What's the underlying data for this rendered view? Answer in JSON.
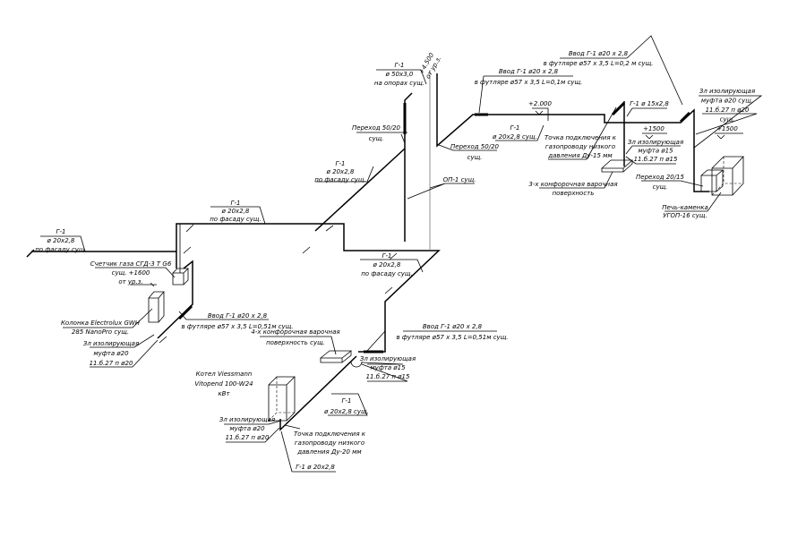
{
  "labels": [
    {
      "name": "label-facade-pipe-left",
      "lines": [
        "Г-1",
        "ø 20x2,8",
        "по фасаду сущ."
      ]
    },
    {
      "name": "label-gas-meter",
      "lines": [
        "Счетчик газа СГД-3 Т G6",
        "сущ.  +1600",
        "от ур.з."
      ]
    },
    {
      "name": "label-water-heater",
      "lines": [
        "Колонка  Electrolux GWH",
        "285 NanoPro  сущ."
      ]
    },
    {
      "name": "label-insulating-coupling-1",
      "lines": [
        "Зл изолирующая",
        "муфта ø20",
        "11.б.27 п ø20"
      ]
    },
    {
      "name": "label-facade-pipe-top",
      "lines": [
        "Г-1",
        "ø 20x2,8",
        "по фасаду сущ."
      ]
    },
    {
      "name": "label-inlet-1",
      "lines": [
        "Ввод Г-1  ø20 x 2,8",
        "в футляре  ø57 x 3,5  L=0,51м сущ."
      ]
    },
    {
      "name": "label-hob-4",
      "lines": [
        "4-х конфорочная варочная",
        "поверхность сущ."
      ]
    },
    {
      "name": "label-boiler",
      "lines": [
        "Котел  Viessmann",
        "Vitopend 100-W24",
        "кВт"
      ]
    },
    {
      "name": "label-insulating-coupling-2",
      "lines": [
        "Зл изолирующая",
        "муфта ø20",
        "11.б.27 п ø20"
      ]
    },
    {
      "name": "label-connection-point-20",
      "lines": [
        "Точка подключения  к",
        "газопроводу низкого",
        "давления Ду-20 мм"
      ]
    },
    {
      "name": "label-pipe-bottom",
      "lines": [
        "Г-1  ø 20x2,8"
      ]
    },
    {
      "name": "label-pipe-diagonal",
      "lines": [
        "Г-1",
        "ø 20x2,8 сущ."
      ]
    },
    {
      "name": "label-inlet-2",
      "lines": [
        "Ввод Г-1  ø20 x 2,8",
        "в футляре  ø57 x 3,5  L=0,51м  сущ."
      ]
    },
    {
      "name": "label-insulating-coupling-3",
      "lines": [
        "Зл изолирующая",
        "муфта ø15",
        "11.б.27 п ø15"
      ]
    },
    {
      "name": "label-facade-pipe-right",
      "lines": [
        "Г-1",
        "ø 20x2,8",
        "по фасаду сущ."
      ]
    },
    {
      "name": "label-facade-pipe-upper",
      "lines": [
        "Г-1",
        "ø 20x2,8",
        "по фасаду сущ."
      ]
    },
    {
      "name": "label-reducer-50-20-left",
      "lines": [
        "Переход  50/20",
        "сущ."
      ]
    },
    {
      "name": "label-support-pipe",
      "lines": [
        "Г-1",
        "ø 50x3,0",
        "на опорах сущ."
      ]
    },
    {
      "name": "label-reducer-50-20-right",
      "lines": [
        "Переход  50/20",
        "сущ."
      ]
    },
    {
      "name": "label-support-op1",
      "lines": [
        "ОП-1 сущ."
      ]
    },
    {
      "name": "label-inlet-3",
      "lines": [
        "Ввод Г-1  ø20 x 2,8",
        "в футляре  ø57 x 3,5  L=0,1м  сущ."
      ]
    },
    {
      "name": "label-elevation-2000",
      "lines": [
        "+2.000"
      ]
    },
    {
      "name": "label-pipe-mid",
      "lines": [
        "Г-1",
        "ø 20x2,8  сущ."
      ]
    },
    {
      "name": "label-inlet-4",
      "lines": [
        "Ввод Г-1  ø20 x 2,8",
        "в футляре  ø57 x 3,5  L=0,2 м сущ."
      ]
    },
    {
      "name": "label-pipe-15",
      "lines": [
        "Г-1  ø 15x2,8"
      ]
    },
    {
      "name": "label-connection-point-15",
      "lines": [
        "Точка подключения  к",
        "газопроводу низкого",
        "давления Ду-15 мм"
      ]
    },
    {
      "name": "label-elevation-1500-a",
      "lines": [
        "+1500"
      ]
    },
    {
      "name": "label-insulating-coupling-4",
      "lines": [
        "Зл изолирующая",
        "муфта ø15",
        "11.б.27 п ø15"
      ]
    },
    {
      "name": "label-hob-3",
      "lines": [
        "3-х конфорочная варочная",
        "поверхность"
      ]
    },
    {
      "name": "label-insulating-coupling-5",
      "lines": [
        "Зл изолирующая",
        "муфта ø20  сущ.",
        "11.б.27 п ø20",
        "сущ.",
        "+1500"
      ]
    },
    {
      "name": "label-reducer-20-15",
      "lines": [
        "Переход  20/15",
        "сущ."
      ]
    },
    {
      "name": "label-sauna-stove",
      "lines": [
        "Печь-каменка",
        "УГОП-16  сущ."
      ]
    },
    {
      "name": "label-elevation-4500",
      "lines": [
        "+4.500",
        "от ур.з."
      ]
    }
  ]
}
